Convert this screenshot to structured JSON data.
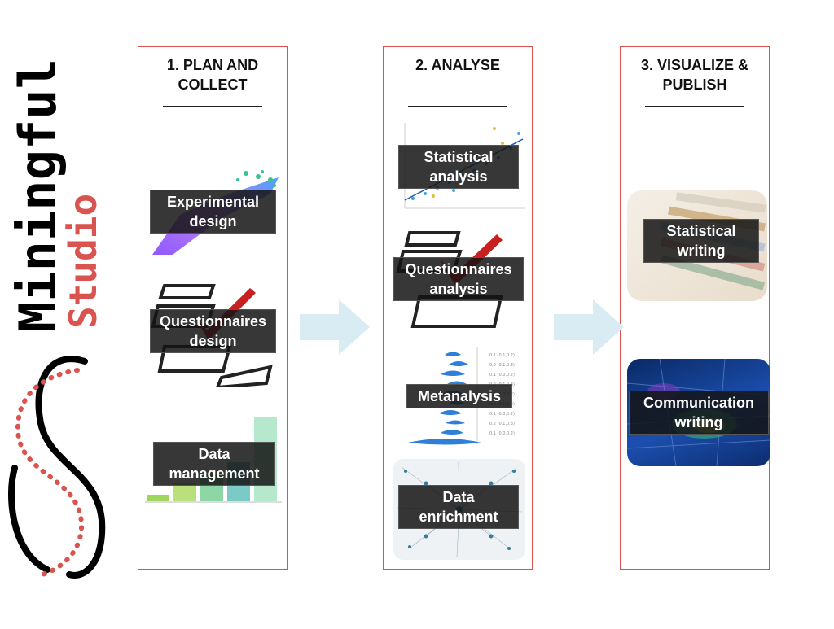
{
  "logo": {
    "word1": "Miningful",
    "word2": "Studio"
  },
  "colors": {
    "accent": "#d9534f",
    "label_bg": "#1a1a1a",
    "arrow": "#d9ecf3"
  },
  "columns": [
    {
      "title": "1. PLAN AND COLLECT",
      "items": [
        {
          "label": "Experimental design"
        },
        {
          "label": "Questionnaires design"
        },
        {
          "label": "Data management"
        }
      ]
    },
    {
      "title": "2. ANALYSE",
      "items": [
        {
          "label": "Statistical analysis"
        },
        {
          "label": "Questionnaires analysis"
        },
        {
          "label": "Metanalysis"
        },
        {
          "label": "Data enrichment"
        }
      ]
    },
    {
      "title": "3. VISUALIZE & PUBLISH",
      "items": [
        {
          "label": "Statistical writing"
        },
        {
          "label": "Communication writing"
        }
      ]
    }
  ]
}
